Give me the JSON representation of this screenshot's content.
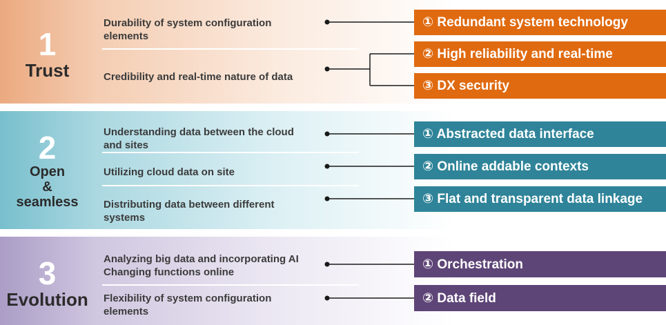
{
  "pillars": [
    {
      "number": "1",
      "name": "Trust"
    },
    {
      "number": "2",
      "name_line1": "Open",
      "name_line2": "&",
      "name_line3": "seamless"
    },
    {
      "number": "3",
      "name": "Evolution"
    }
  ],
  "requirements": {
    "trust": [
      {
        "line1": "Durability of system configuration",
        "line2": "elements"
      },
      {
        "line1": "Credibility and real-time nature of data"
      }
    ],
    "open": [
      {
        "line1": "Understanding data between the cloud",
        "line2": "and sites"
      },
      {
        "line1": "Utilizing cloud data on site"
      },
      {
        "line1": "Distributing data between different",
        "line2": "systems"
      }
    ],
    "evolution": [
      {
        "line1": "Analyzing big data and incorporating AI",
        "line2": "Changing functions online"
      },
      {
        "line1": "Flexibility of system configuration",
        "line2": "elements"
      }
    ]
  },
  "technologies": {
    "trust": [
      "① Redundant system technology",
      "② High reliability and real-time",
      "③ DX security"
    ],
    "open": [
      "① Abstracted data interface",
      "② Online addable contexts",
      "③ Flat and transparent data linkage"
    ],
    "evolution": [
      "① Orchestration",
      "② Data field"
    ]
  },
  "colors": {
    "trust_accent": "#e06a10",
    "open_accent": "#2f8499",
    "evolution_accent": "#5e4577",
    "connector": "#1a1a1a"
  }
}
